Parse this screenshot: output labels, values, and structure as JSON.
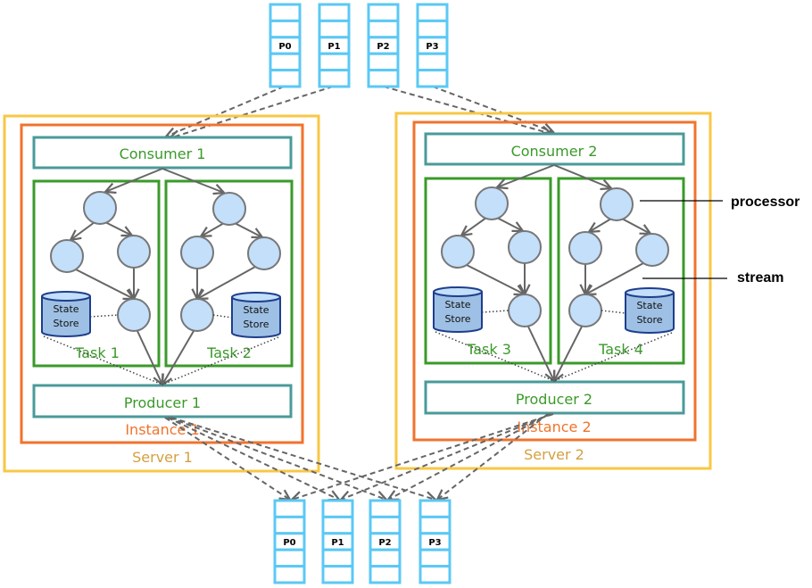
{
  "colors": {
    "partition": "#5bc8f5",
    "server": "#f9c744",
    "instance": "#f0732c",
    "client": "#4a9a9a",
    "task": "#3a9a2a",
    "node_fill": "#c3dffa",
    "node_stroke": "#777777",
    "store_fill": "#9ec0e4",
    "store_stroke": "#1e3e8c",
    "server_text": "#d4a040",
    "instance_text": "#f0732c",
    "green_text": "#3a9a2a",
    "arrow": "#666666"
  },
  "input_partitions": [
    "P0",
    "P1",
    "P2",
    "P3"
  ],
  "output_partitions": [
    "P0",
    "P1",
    "P2",
    "P3"
  ],
  "servers": [
    {
      "label": "Server 1",
      "instance": "Instance 1",
      "consumer": "Consumer 1",
      "producer": "Producer 1",
      "tasks": [
        {
          "label": "Task 1",
          "store": [
            "State",
            "Store"
          ]
        },
        {
          "label": "Task 2",
          "store": [
            "State",
            "Store"
          ]
        }
      ]
    },
    {
      "label": "Server 2",
      "instance": "Instance 2",
      "consumer": "Consumer 2",
      "producer": "Producer 2",
      "tasks": [
        {
          "label": "Task 3",
          "store": [
            "State",
            "Store"
          ]
        },
        {
          "label": "Task 4",
          "store": [
            "State",
            "Store"
          ]
        }
      ]
    }
  ],
  "annotations": {
    "processor": "processor",
    "stream": "stream"
  }
}
